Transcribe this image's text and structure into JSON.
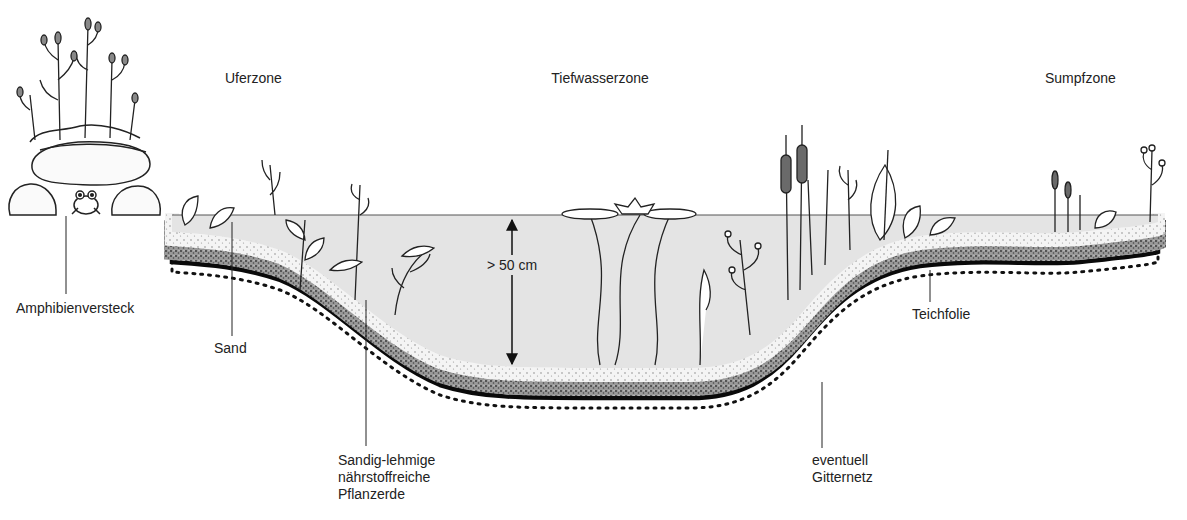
{
  "diagram": {
    "labels": [
      "Uferzone",
      "Tiefwasserzone",
      "Sumpfzone",
      "Amphibienversteck",
      "Sand",
      "> 50 cm",
      "Sandig-lehmige nährstoffreiche Pflanzerde",
      "eventuell Gitternetz",
      "Teichfolie"
    ]
  }
}
